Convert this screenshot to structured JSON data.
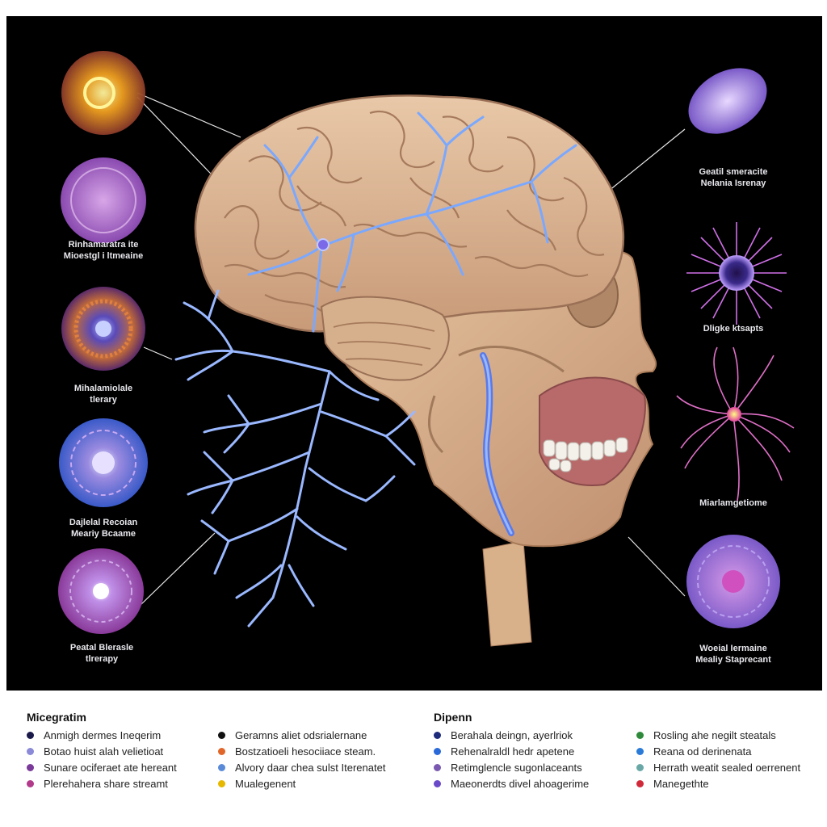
{
  "left_labels": [
    {
      "line1": "",
      "line2": ""
    },
    {
      "line1": "Rinhamaratra ite",
      "line2": "Mioestgl i ltmeaine"
    },
    {
      "line1": "Mihalamiolale",
      "line2": "tlerary"
    },
    {
      "line1": "Dajlelal Recoian",
      "line2": "Meariy Bcaame"
    },
    {
      "line1": "Peatal Blerasle",
      "line2": "tlrerapy"
    }
  ],
  "right_labels": [
    {
      "line1": "Geatil smeracite",
      "line2": "Nelania Isrenay"
    },
    {
      "line1": "Dligke ktsapts",
      "line2": ""
    },
    {
      "line1": "Miarlamgetiome",
      "line2": ""
    },
    {
      "line1": "Woeial Iermaine",
      "line2": "Mealiy Staprecant"
    }
  ],
  "legend": {
    "left_title": "Micegratim",
    "right_title": "Dipenn",
    "columns": [
      [
        {
          "text": "Anmigh dermes Ineqerim",
          "color": "#1a1a4a"
        },
        {
          "text": "Botao huist alah velietioat",
          "color": "#8a8ad8"
        },
        {
          "text": "Sunare ociferaet ate hereant",
          "color": "#7a3a9a"
        },
        {
          "text": "Plerehahera share streamt",
          "color": "#b23a8a"
        }
      ],
      [
        {
          "text": "Geramns aliet odsrialernane",
          "color": "#111111"
        },
        {
          "text": "Bostzatioeli hesociiace steam.",
          "color": "#e0662a"
        },
        {
          "text": "Alvory daar chea sulst Iterenatet",
          "color": "#5a8ad8"
        },
        {
          "text": "Mualegenent",
          "color": "#e6b800"
        }
      ],
      [
        {
          "text": "Berahala deingn, ayerlriok",
          "color": "#1e2a7a"
        },
        {
          "text": "Rehenalraldl hedr apetene",
          "color": "#2a6ad8"
        },
        {
          "text": "Retimglencle sugonlaceants",
          "color": "#7a5ab0"
        },
        {
          "text": "Maeonerdts divel ahoagerime",
          "color": "#6a4ac8"
        }
      ],
      [
        {
          "text": "Rosling ahe negilt steatals",
          "color": "#2e8a3a"
        },
        {
          "text": "Reana od derinenata",
          "color": "#2a7ad8"
        },
        {
          "text": "Herrath weatit sealed oerrenent",
          "color": "#6aa8a8"
        },
        {
          "text": "Manegethte",
          "color": "#d02a3a"
        }
      ]
    ]
  }
}
